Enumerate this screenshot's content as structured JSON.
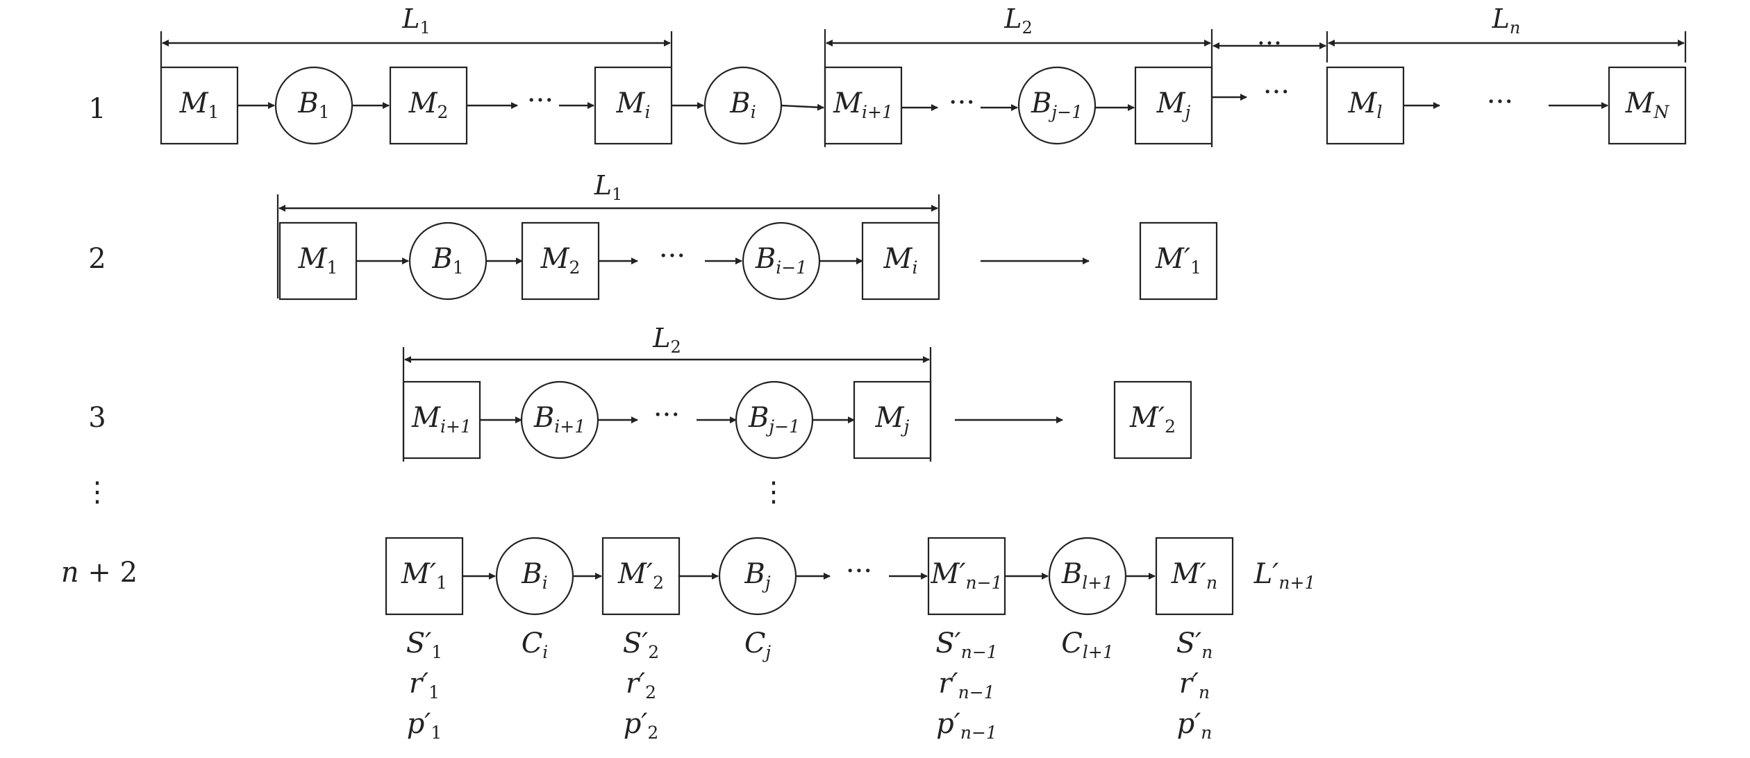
{
  "diagram": {
    "stroke_color": "#222222",
    "background": "#ffffff",
    "row_labels": [
      {
        "id": "row1",
        "text": "1"
      },
      {
        "id": "row2",
        "text": "2"
      },
      {
        "id": "row3",
        "text": "3"
      },
      {
        "id": "vdots",
        "text": "⋮"
      },
      {
        "id": "rowN",
        "text": "n + 2"
      }
    ],
    "nodes": [
      {
        "id": "r1-m1",
        "kind": "machine",
        "label": "M",
        "sub": "1"
      },
      {
        "id": "r1-b1",
        "kind": "buffer",
        "label": "B",
        "sub": "1"
      },
      {
        "id": "r1-m2",
        "kind": "machine",
        "label": "M",
        "sub": "2"
      },
      {
        "id": "r1-mi",
        "kind": "machine",
        "label": "M",
        "sub": "i"
      },
      {
        "id": "r1-bi",
        "kind": "buffer",
        "label": "B",
        "sub": "i"
      },
      {
        "id": "r1-mi1",
        "kind": "machine",
        "label": "M",
        "sub": "i+1"
      },
      {
        "id": "r1-bj1",
        "kind": "buffer",
        "label": "B",
        "sub": "j−1"
      },
      {
        "id": "r1-mj",
        "kind": "machine",
        "label": "M",
        "sub": "j"
      },
      {
        "id": "r1-ml",
        "kind": "machine",
        "label": "M",
        "sub": "l"
      },
      {
        "id": "r1-mN",
        "kind": "machine",
        "label": "M",
        "sub": "N"
      },
      {
        "id": "r2-m1",
        "kind": "machine",
        "label": "M",
        "sub": "1"
      },
      {
        "id": "r2-b1",
        "kind": "buffer",
        "label": "B",
        "sub": "1"
      },
      {
        "id": "r2-m2",
        "kind": "machine",
        "label": "M",
        "sub": "2"
      },
      {
        "id": "r2-bi1",
        "kind": "buffer",
        "label": "B",
        "sub": "i−1"
      },
      {
        "id": "r2-mi",
        "kind": "machine",
        "label": "M",
        "sub": "i"
      },
      {
        "id": "r2-m1p",
        "kind": "machine",
        "label": "M′",
        "sub": "1"
      },
      {
        "id": "r3-mi1",
        "kind": "machine",
        "label": "M",
        "sub": "i+1"
      },
      {
        "id": "r3-bi1",
        "kind": "buffer",
        "label": "B",
        "sub": "i+1"
      },
      {
        "id": "r3-bj1",
        "kind": "buffer",
        "label": "B",
        "sub": "j−1"
      },
      {
        "id": "r3-mj",
        "kind": "machine",
        "label": "M",
        "sub": "j"
      },
      {
        "id": "r3-m2p",
        "kind": "machine",
        "label": "M′",
        "sub": "2"
      },
      {
        "id": "rN-m1p",
        "kind": "machine",
        "label": "M′",
        "sub": "1"
      },
      {
        "id": "rN-bi",
        "kind": "buffer",
        "label": "B",
        "sub": "i"
      },
      {
        "id": "rN-m2p",
        "kind": "machine",
        "label": "M′",
        "sub": "2"
      },
      {
        "id": "rN-bj",
        "kind": "buffer",
        "label": "B",
        "sub": "j"
      },
      {
        "id": "rN-mn1p",
        "kind": "machine",
        "label": "M′",
        "sub": "n−1"
      },
      {
        "id": "rN-bl1",
        "kind": "buffer",
        "label": "B",
        "sub": "l+1"
      },
      {
        "id": "rN-mnp",
        "kind": "machine",
        "label": "M′",
        "sub": "n"
      }
    ],
    "dots": [
      {
        "id": "r1-dots-a",
        "text": "···"
      },
      {
        "id": "r1-dots-b",
        "text": "···"
      },
      {
        "id": "r1-dots-c",
        "text": "···"
      },
      {
        "id": "r1-dots-d",
        "text": "···"
      },
      {
        "id": "r1-dots-e",
        "text": "···"
      },
      {
        "id": "r2-dots",
        "text": "···"
      },
      {
        "id": "r3-dots",
        "text": "···"
      },
      {
        "id": "mid-vdots",
        "text": "⋮"
      },
      {
        "id": "rN-dots",
        "text": "···"
      }
    ],
    "spans": [
      {
        "id": "span-r1-L1",
        "label": "L",
        "sub": "1"
      },
      {
        "id": "span-r1-L2",
        "label": "L",
        "sub": "2"
      },
      {
        "id": "span-r1-gap",
        "label": "···",
        "sub": ""
      },
      {
        "id": "span-r1-Ln",
        "label": "L",
        "sub": "n"
      },
      {
        "id": "span-r2-L1",
        "label": "L",
        "sub": "1"
      },
      {
        "id": "span-r3-L2",
        "label": "L",
        "sub": "2"
      }
    ],
    "line_label": {
      "label": "L′",
      "sub": "n+1"
    },
    "annotations": [
      {
        "id": "ann-m1p",
        "lines": [
          [
            "S′",
            "1"
          ],
          [
            "r′",
            "1"
          ],
          [
            "p′",
            "1"
          ]
        ]
      },
      {
        "id": "ann-ci",
        "lines": [
          [
            "C",
            "i"
          ]
        ]
      },
      {
        "id": "ann-m2p",
        "lines": [
          [
            "S′",
            "2"
          ],
          [
            "r′",
            "2"
          ],
          [
            "p′",
            "2"
          ]
        ]
      },
      {
        "id": "ann-cj",
        "lines": [
          [
            "C",
            "j"
          ]
        ]
      },
      {
        "id": "ann-mn1p",
        "lines": [
          [
            "S′",
            "n−1"
          ],
          [
            "r′",
            "n−1"
          ],
          [
            "p′",
            "n−1"
          ]
        ]
      },
      {
        "id": "ann-cl1",
        "lines": [
          [
            "C",
            "l+1"
          ]
        ]
      },
      {
        "id": "ann-mnp",
        "lines": [
          [
            "S′",
            "n"
          ],
          [
            "r′",
            "n"
          ],
          [
            "p′",
            "n"
          ]
        ]
      }
    ]
  }
}
